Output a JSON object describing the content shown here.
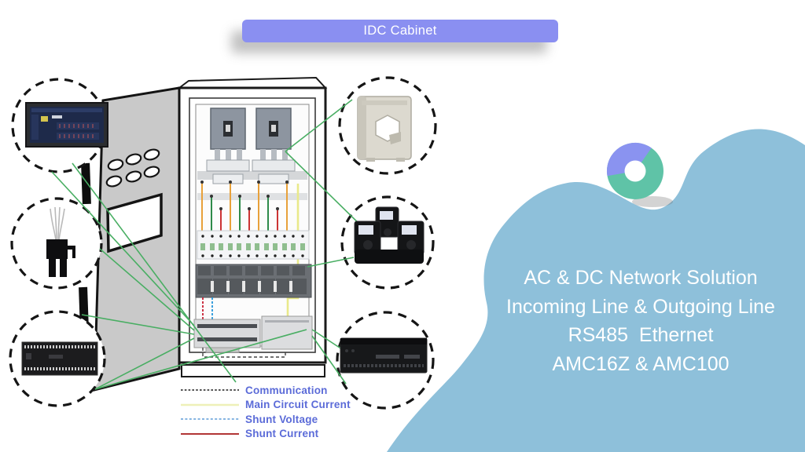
{
  "banner": {
    "title": "IDC Cabinet",
    "background_color": "#8a8ff1",
    "text_color": "#ffffff"
  },
  "solution_panel": {
    "background_color": "#8ec0da",
    "text_color": "#ffffff",
    "lines": [
      "AC & DC Network Solution",
      "Incoming Line & Outgoing Line",
      "RS485  Ethernet",
      "AMC16Z & AMC100"
    ]
  },
  "donut_icon": {
    "purple": "#8a93f0",
    "green": "#5fc3a7"
  },
  "legend": {
    "label_color": "#5b6bd8",
    "items": [
      {
        "label": "Communication",
        "color": "#3c3c3c",
        "style": "dashed"
      },
      {
        "label": "Main Circuit Current",
        "color": "#eef0b8",
        "style": "solid"
      },
      {
        "label": "Shunt Voltage",
        "color": "#74aadd",
        "style": "dashed"
      },
      {
        "label": "Shunt Current",
        "color": "#b23636",
        "style": "solid"
      }
    ]
  },
  "diagram": {
    "title": "IDC cabinet wiring diagram",
    "connector_line_color": "#49ae63",
    "callouts": [
      {
        "id": "touchscreen-display",
        "position": "top-left"
      },
      {
        "id": "shunt-connector-plug",
        "position": "middle-left"
      },
      {
        "id": "din-rail-monitoring-device",
        "position": "bottom-left"
      },
      {
        "id": "split-core-current-transformer",
        "position": "top-right"
      },
      {
        "id": "three-phase-ct-set",
        "position": "middle-right"
      },
      {
        "id": "rack-monitoring-device",
        "position": "bottom-right"
      }
    ]
  }
}
